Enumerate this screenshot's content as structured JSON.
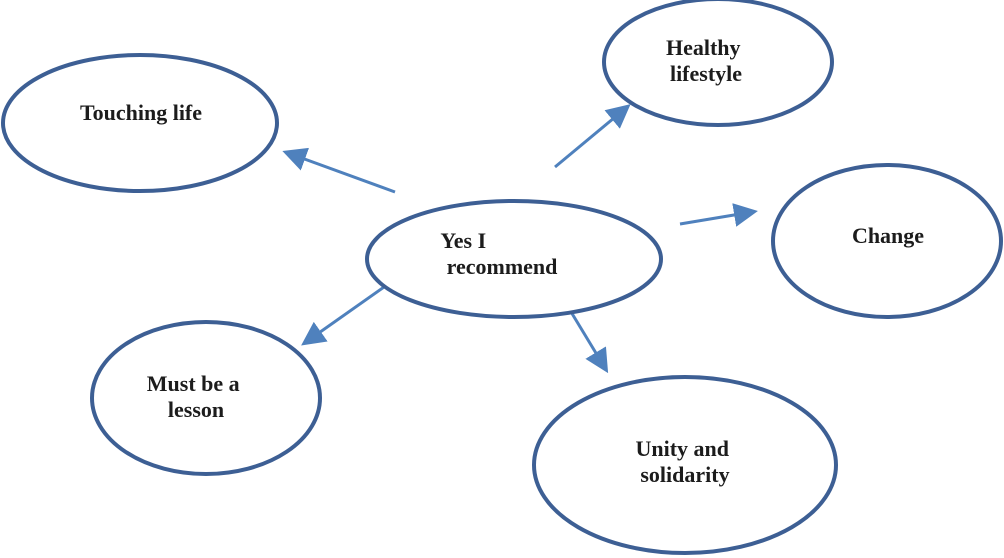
{
  "colors": {
    "ellipse_stroke": "#3d5f94",
    "arrow": "#4f81bd",
    "text": "#1c1c1c",
    "background": "#ffffff"
  },
  "center": {
    "lines": [
      "Yes I",
      "recommend"
    ]
  },
  "nodes": {
    "touching_life": {
      "lines": [
        "Touching life"
      ]
    },
    "healthy_lifestyle": {
      "lines": [
        "Healthy",
        "lifestyle"
      ]
    },
    "change": {
      "lines": [
        "Change"
      ]
    },
    "must_be_a_lesson": {
      "lines": [
        "Must be a",
        "lesson"
      ]
    },
    "unity_and_solidarity": {
      "lines": [
        "Unity and",
        "solidarity"
      ]
    }
  }
}
